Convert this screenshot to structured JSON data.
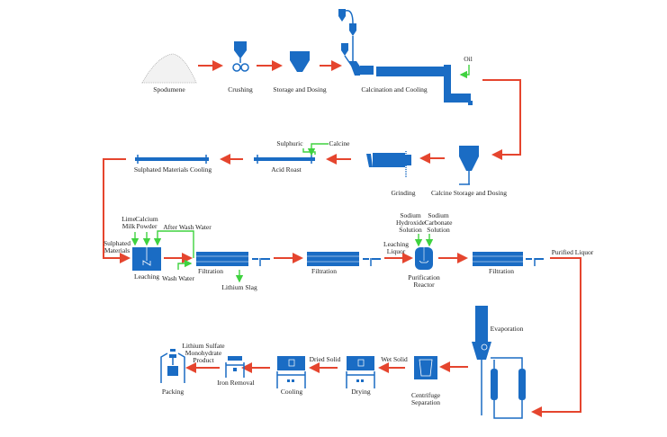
{
  "colors": {
    "equipment": "#1a6cc4",
    "main_flow": "#e5452e",
    "reagent_flow": "#3fd23f"
  },
  "row1": {
    "spodumene": "Spodumene",
    "crushing": "Crushing",
    "storage": "Storage and Dosing",
    "calcination": "Calcination and Cooling",
    "oil": "Oil"
  },
  "row2": {
    "calcine_storage": "Calcine Storage and Dosing",
    "grinding": "Grinding",
    "acid_roast": "Acid Roast",
    "sulphuric": "Sulphuric",
    "calcine": "Calcine",
    "cooling": "Sulphated Materials Cooling"
  },
  "row3": {
    "sulphated_1": "Sulphated",
    "sulphated_2": "Materials",
    "lime_1": "Lime",
    "lime_2": "Milk",
    "calcium_1": "Calcium",
    "calcium_2": "Powder",
    "after_wash": "After Wash Water",
    "leaching": "Leaching",
    "wash_water": "Wash Water",
    "filtration_1": "Filtration",
    "lithium_slag": "Lithium Slag",
    "filtration_2": "Filtration",
    "leaching_liquor_1": "Leaching",
    "leaching_liquor_2": "Liquor",
    "naoh_1": "Sodium",
    "naoh_2": "Hydroxide",
    "naoh_3": "Solution",
    "na2co3_1": "Sodium",
    "na2co3_2": "Carbonate",
    "na2co3_3": "Solution",
    "reactor_1": "Purification",
    "reactor_2": "Reactor",
    "filtration_3": "Filtration",
    "purified": "Purified Liquor"
  },
  "row4": {
    "evaporation": "Evaporation",
    "centrifuge_1": "Centrifuge",
    "centrifuge_2": "Separation",
    "wet_solid": "Wet Solid",
    "drying": "Drying",
    "dried_solid": "Dried Solid",
    "cooling": "Cooling",
    "iron_removal": "Iron Removal",
    "product_1": "Lithium Sulfate",
    "product_2": "Monohydrate",
    "product_3": "Product",
    "packing": "Packing"
  }
}
